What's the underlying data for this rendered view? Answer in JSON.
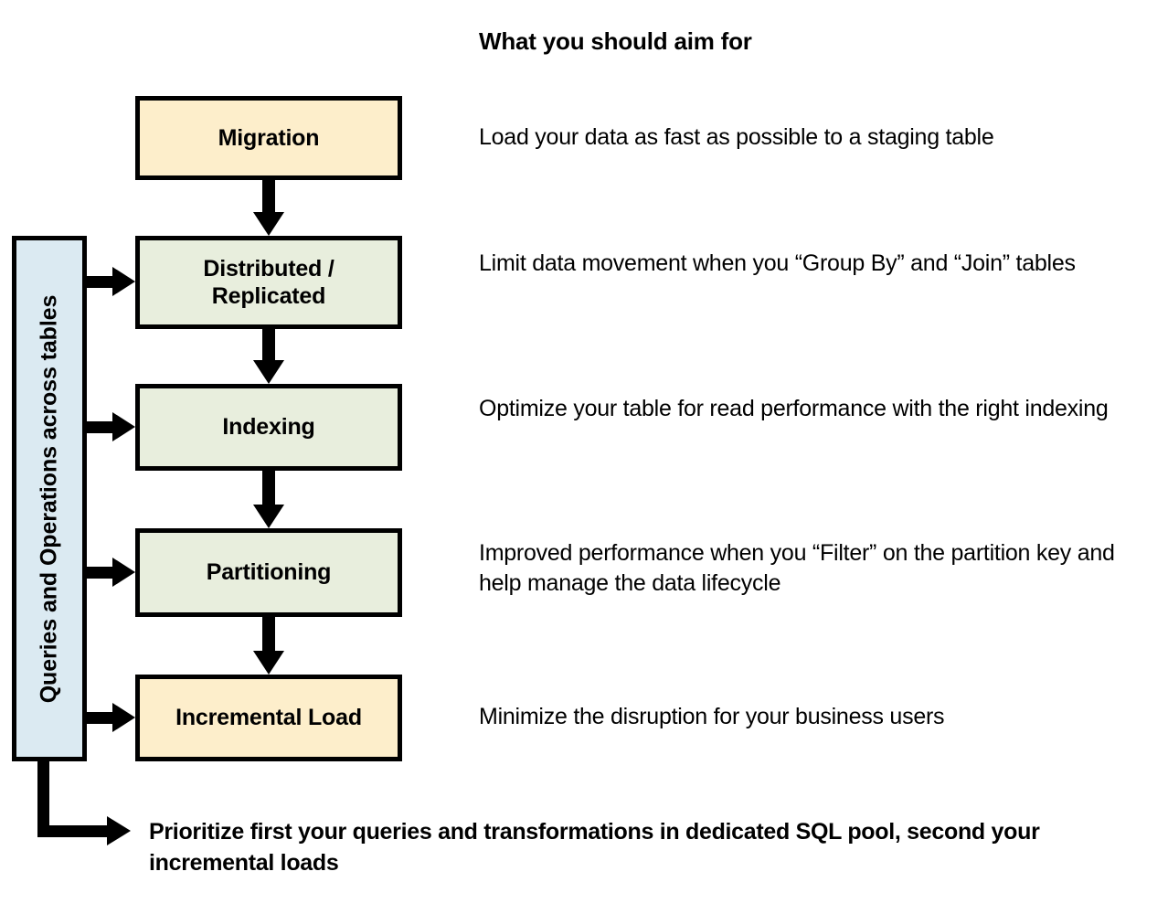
{
  "header": {
    "title": "What you should aim for"
  },
  "sidebar": {
    "label": "Queries and Operations across tables",
    "color": "#dbeaf2"
  },
  "colors": {
    "cream": "#fdeecb",
    "green": "#e8eedd",
    "blue": "#dbeaf2",
    "outline": "#000000"
  },
  "steps": [
    {
      "label": "Migration",
      "fill": "#fdeecb",
      "description": "Load your data as fast as possible to a staging table"
    },
    {
      "label": "Distributed /\nReplicated",
      "label_line1": "Distributed /",
      "label_line2": "Replicated",
      "fill": "#e8eedd",
      "description": "Limit data movement when you “Group By” and “Join” tables"
    },
    {
      "label": "Indexing",
      "fill": "#e8eedd",
      "description": "Optimize your table for read performance with the right indexing"
    },
    {
      "label": "Partitioning",
      "fill": "#e8eedd",
      "description": "Improved performance when you “Filter” on the partition key and help manage the data lifecycle"
    },
    {
      "label": "Incremental Load",
      "fill": "#fdeecb",
      "description": "Minimize the disruption for your business users"
    }
  ],
  "conclusion": {
    "text": "Prioritize first your queries and transformations in dedicated SQL pool, second your incremental loads"
  }
}
